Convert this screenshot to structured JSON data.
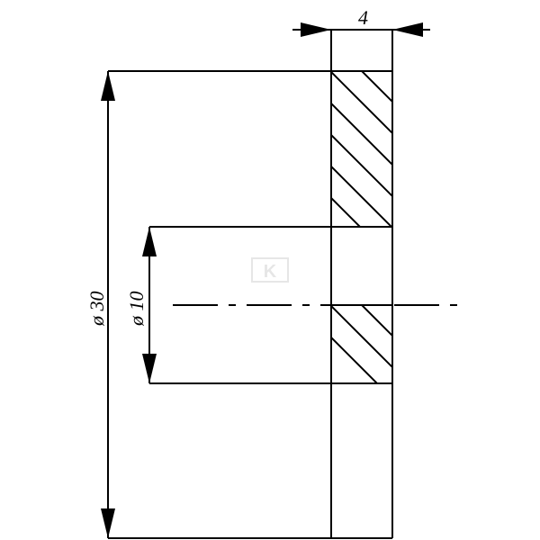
{
  "drawing": {
    "dimensions": {
      "thickness": "4",
      "outer_diameter": "ø 30",
      "bore_diameter": "ø 10"
    },
    "watermark": "K",
    "colors": {
      "line": "#000000",
      "background": "#ffffff",
      "watermark": "#d9d9d9"
    }
  }
}
